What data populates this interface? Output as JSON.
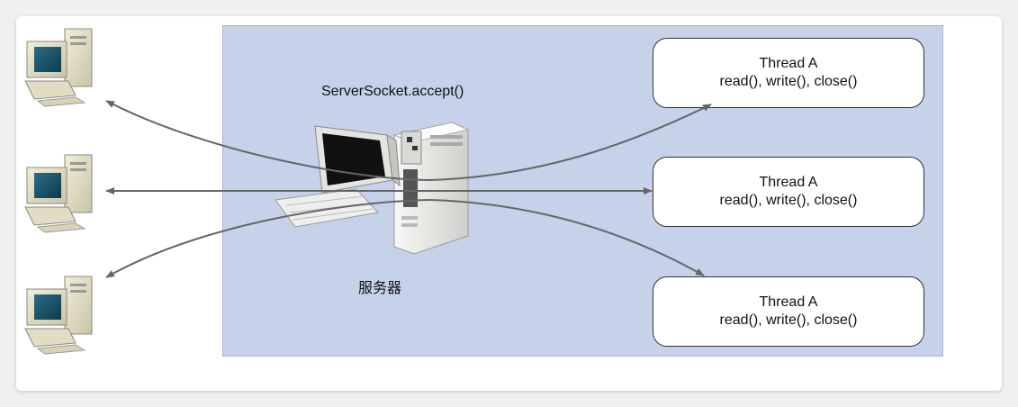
{
  "server": {
    "accept_label": "ServerSocket.accept()",
    "name_label": "服务器"
  },
  "threads": [
    {
      "title": "Thread A",
      "methods": "read(), write(), close()"
    },
    {
      "title": "Thread A",
      "methods": "read(), write(), close()"
    },
    {
      "title": "Thread A",
      "methods": "read(), write(), close()"
    }
  ],
  "clients": [
    {
      "icon": "client-computer-icon"
    },
    {
      "icon": "client-computer-icon"
    },
    {
      "icon": "client-computer-icon"
    }
  ],
  "colors": {
    "server_area": "#c6d2ea",
    "arrow": "#666666",
    "box_border": "#333333"
  }
}
